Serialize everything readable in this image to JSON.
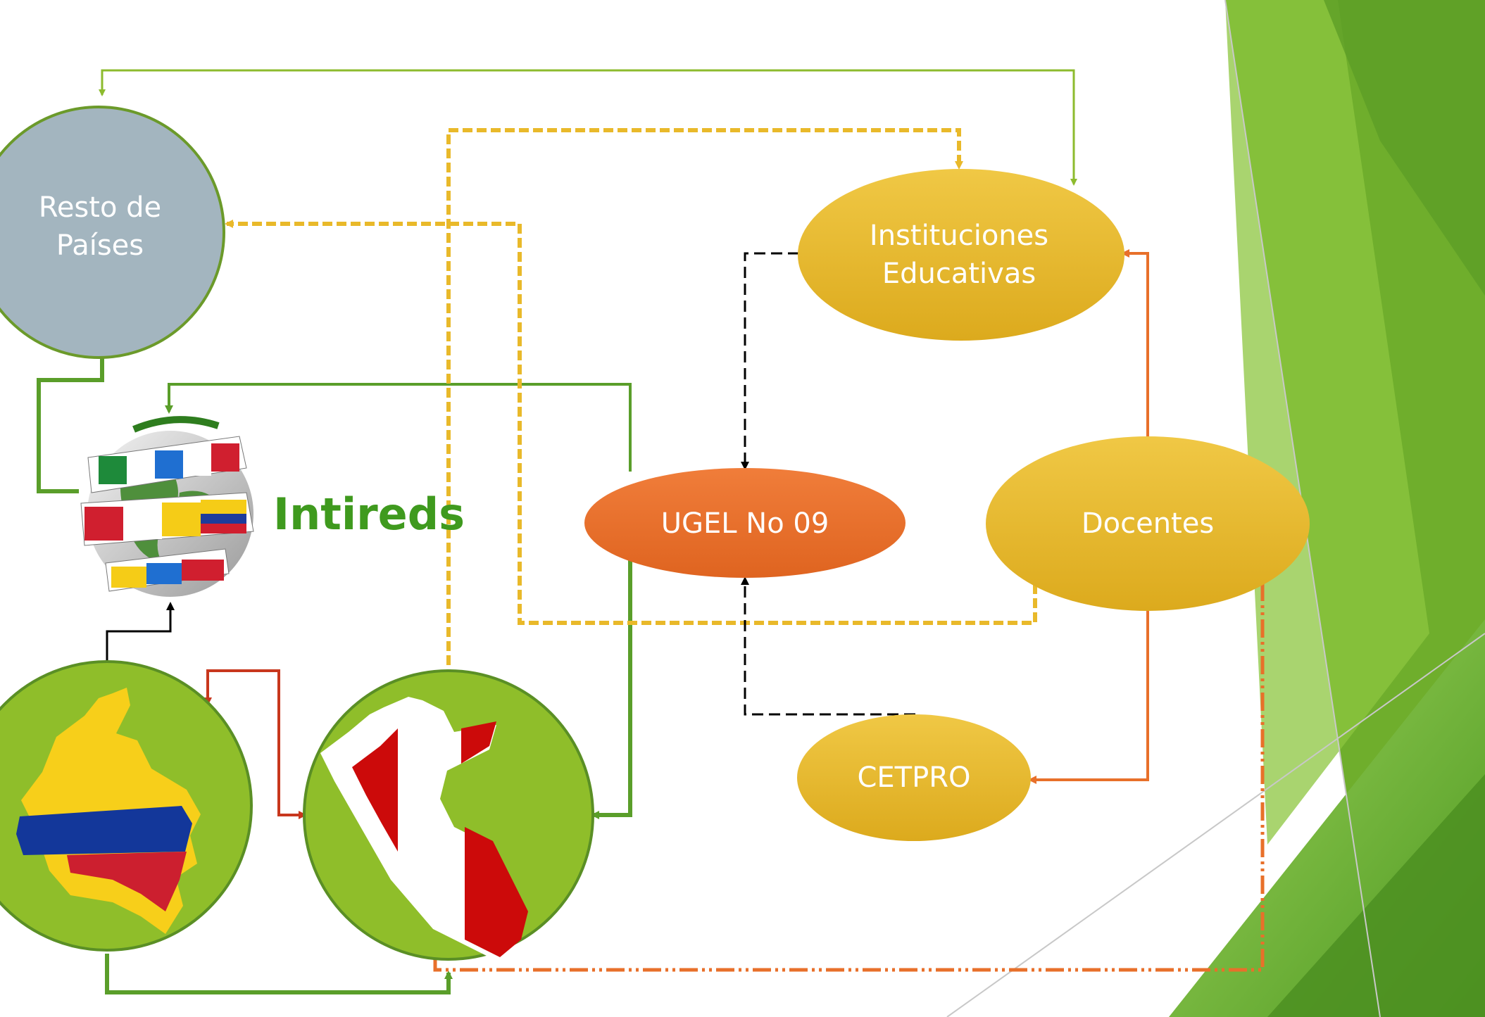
{
  "diagram": {
    "nodes": {
      "resto_line1": "Resto de",
      "resto_line2": "Países",
      "instituciones_line1": "Instituciones",
      "instituciones_line2": "Educativas",
      "ugel": "UGEL No 09",
      "docentes": "Docentes",
      "cetpro": "CETPRO",
      "logo": "Intireds"
    },
    "colors": {
      "resto": "#a3b5bf",
      "green_node": "#8fbe2a",
      "gold_node": "#e4b52a",
      "ugel": "#e86c2a",
      "arrow_light_green": "#8dbb2e",
      "arrow_dark_green": "#5a9e2a",
      "arrow_orange": "#e8702a",
      "arrow_red": "#c8371d",
      "arrow_yellow_dashed": "#e9b92a",
      "arrow_black_dashed": "#000000",
      "accent_green": "#6fb02b"
    },
    "icons": [
      "globe-flags-icon",
      "colombia-map-icon",
      "peru-map-icon"
    ]
  }
}
